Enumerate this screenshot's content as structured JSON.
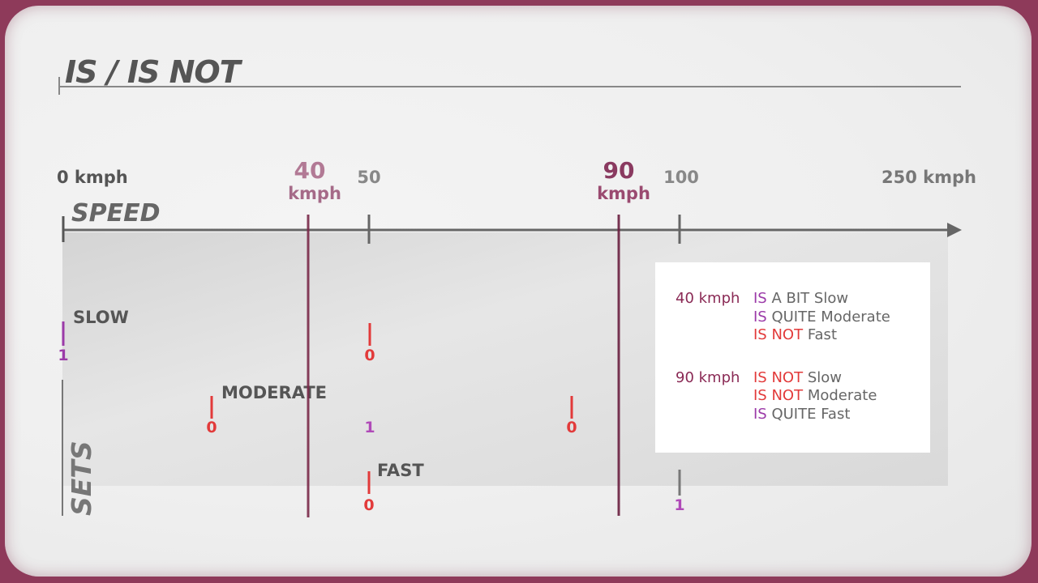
{
  "title": "IS / IS NOT",
  "axis": {
    "label": "SPEED",
    "ticks": {
      "zero": "0 kmph",
      "fifty": "50",
      "hundred": "100",
      "max": "250 kmph"
    },
    "markers": [
      {
        "value": "40",
        "unit": "kmph"
      },
      {
        "value": "90",
        "unit": "kmph"
      }
    ]
  },
  "sets_label": "SETS",
  "sets": [
    {
      "name": "SLOW",
      "start_membership": "1",
      "end_membership": "0"
    },
    {
      "name": "MODERATE",
      "start_membership": "0",
      "peak_membership": "1",
      "end_membership": "0"
    },
    {
      "name": "FAST",
      "start_membership": "0",
      "peak_membership": "1"
    }
  ],
  "info": [
    {
      "speed": "40 kmph",
      "lines": [
        {
          "kw": "IS",
          "degree": "A BIT",
          "set": "Slow"
        },
        {
          "kw": "IS",
          "degree": "QUITE",
          "set": "Moderate"
        },
        {
          "kw": "IS NOT",
          "degree": "",
          "set": "Fast"
        }
      ]
    },
    {
      "speed": "90 kmph",
      "lines": [
        {
          "kw": "IS NOT",
          "degree": "",
          "set": "Slow"
        },
        {
          "kw": "IS NOT",
          "degree": "",
          "set": "Moderate"
        },
        {
          "kw": "IS",
          "degree": "QUITE",
          "set": "Fast"
        }
      ]
    }
  ],
  "colors": {
    "purple": "#9b3aa8",
    "red": "#e23a3a",
    "maroon": "#7a2a4a",
    "axis": "#666666"
  }
}
